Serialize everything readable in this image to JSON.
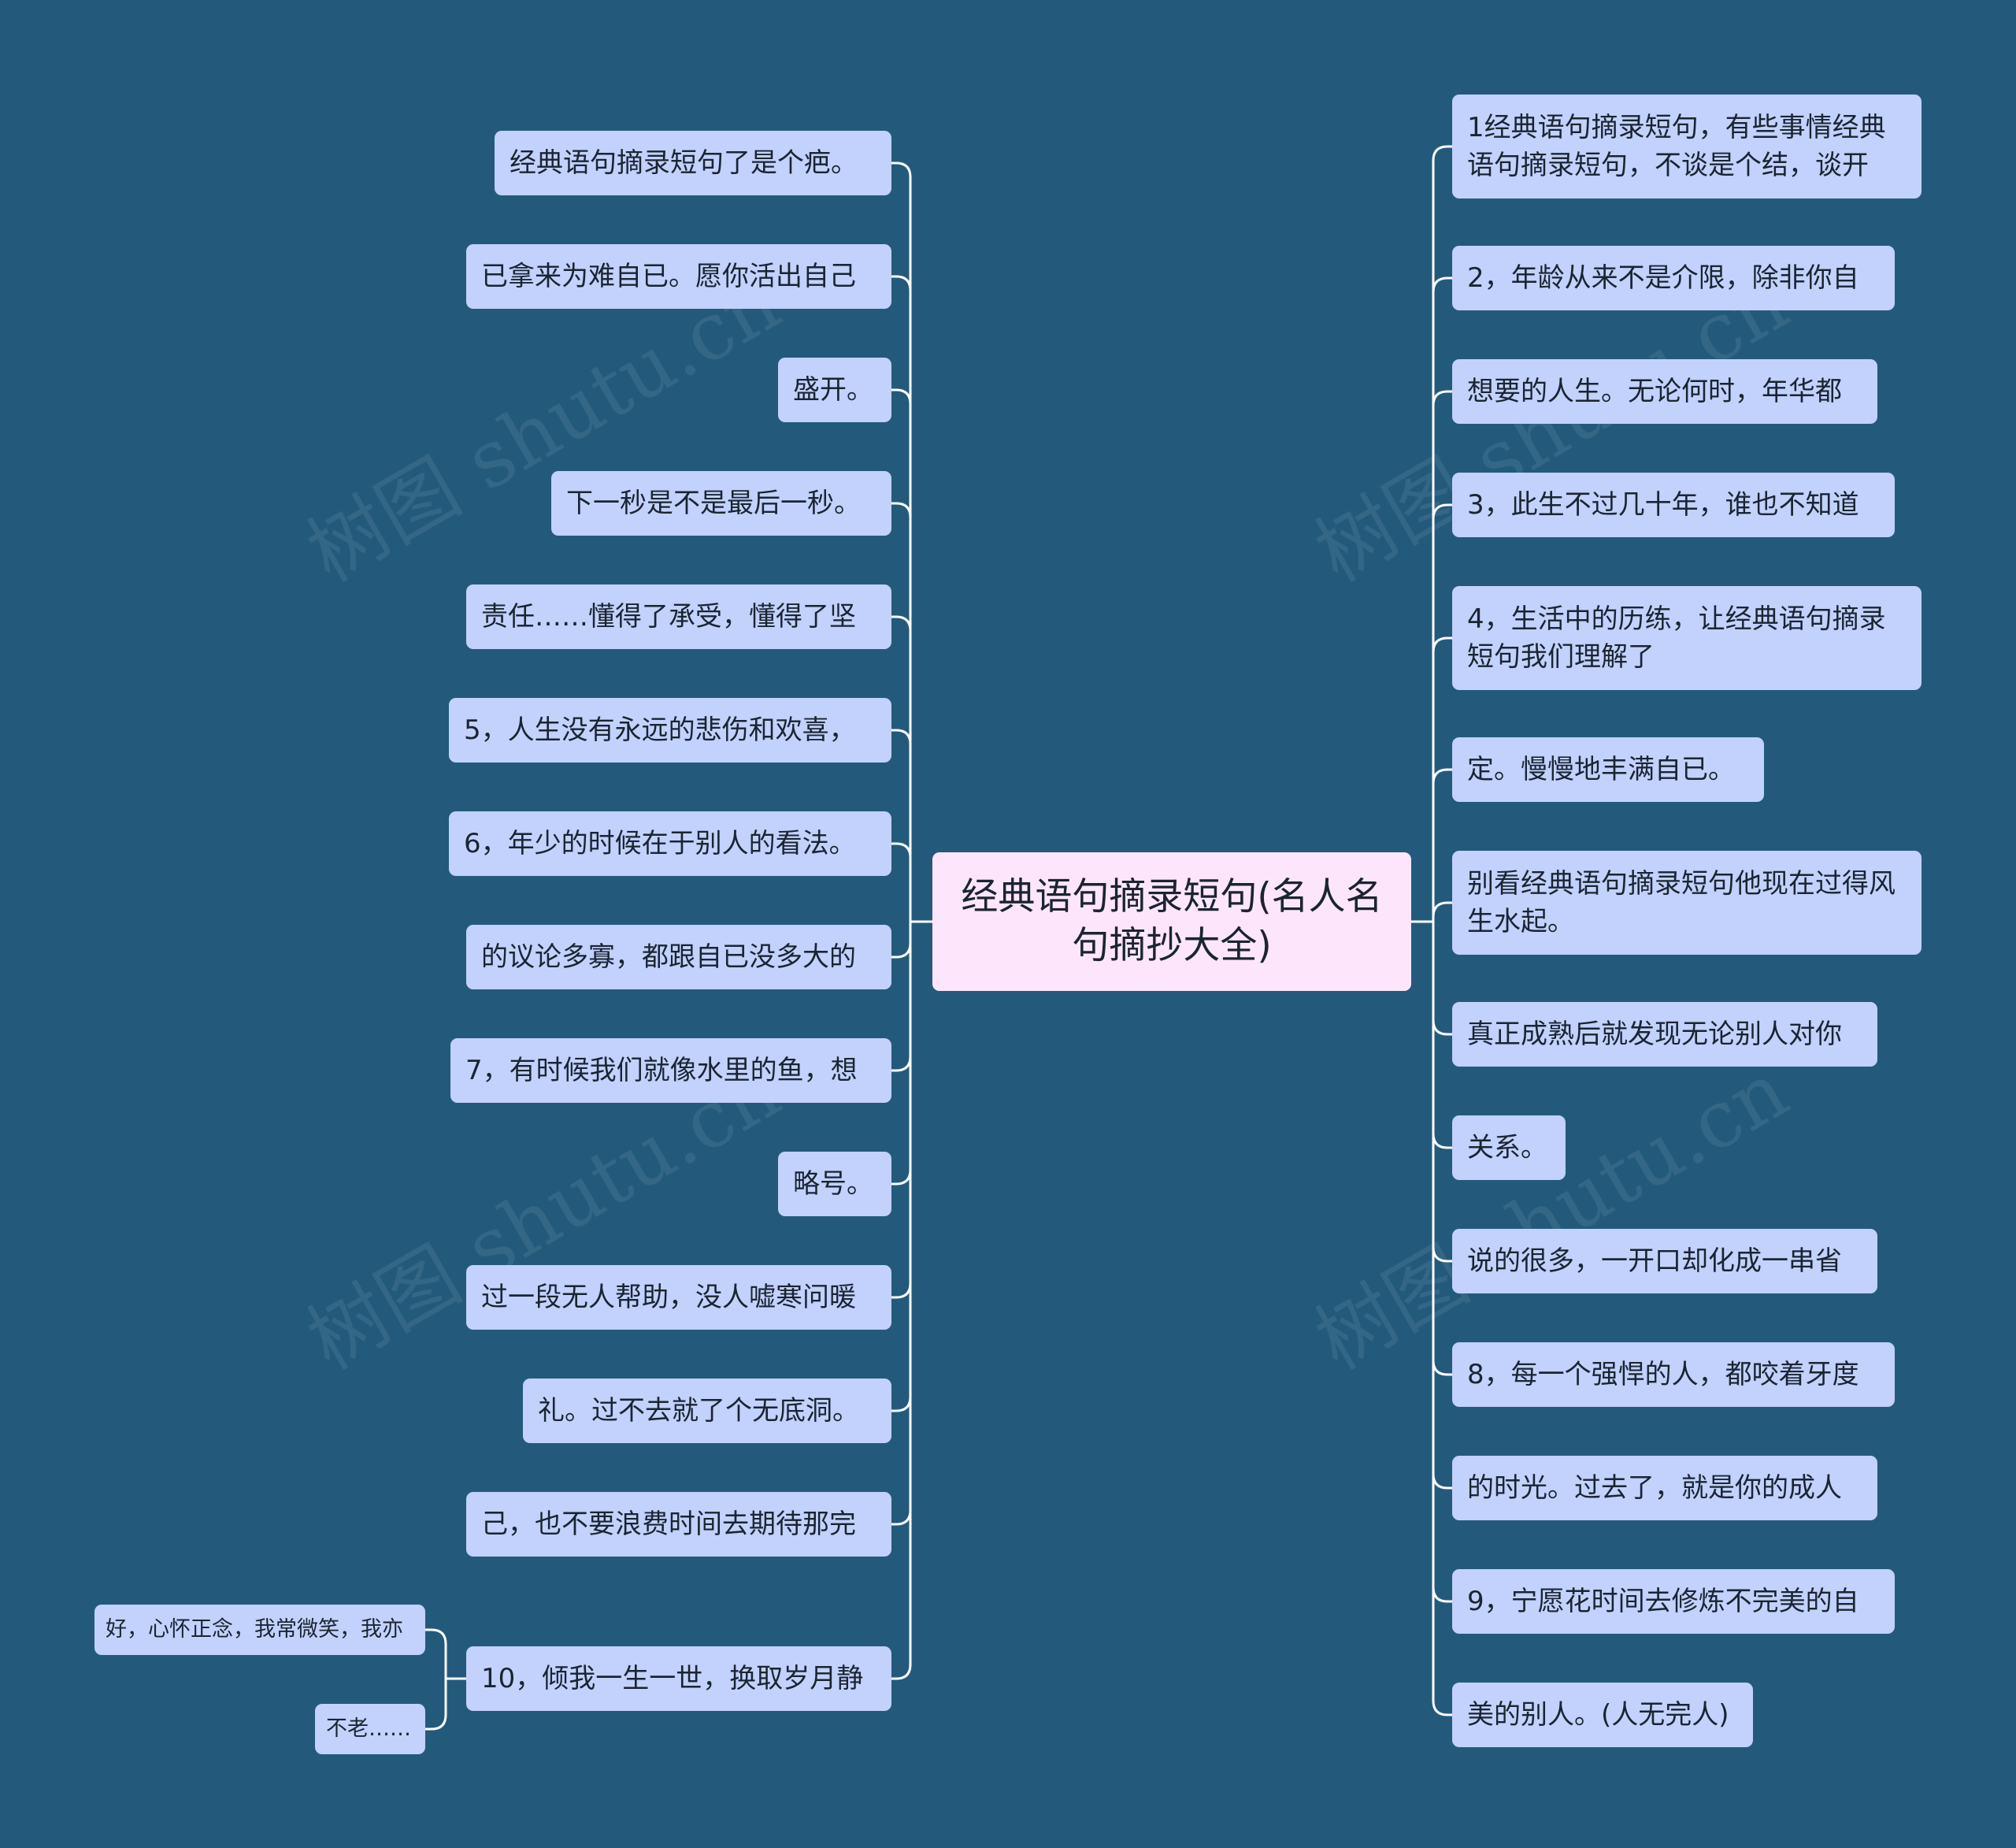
{
  "colors": {
    "background": "#235a7c",
    "node_fill": "#c2d2fc",
    "root_fill": "#fde6fb",
    "connector": "#ffffff"
  },
  "watermark": "树图 shutu.cn",
  "root": {
    "text": "经典语句摘录短句(名人名句摘抄大全)"
  },
  "left_nodes": [
    {
      "text": "经典语句摘录短句了是个疤。"
    },
    {
      "text": "已拿来为难自已。愿你活出自己"
    },
    {
      "text": "盛开。"
    },
    {
      "text": "下一秒是不是最后一秒。"
    },
    {
      "text": "责任……懂得了承受，懂得了坚"
    },
    {
      "text": "5，人生没有永远的悲伤和欢喜，"
    },
    {
      "text": "6，年少的时候在于别人的看法。"
    },
    {
      "text": "的议论多寡，都跟自已没多大的"
    },
    {
      "text": "7，有时候我们就像水里的鱼，想"
    },
    {
      "text": "略号。"
    },
    {
      "text": "过一段无人帮助，没人嘘寒问暖"
    },
    {
      "text": "礼。过不去就了个无底洞。"
    },
    {
      "text": "己，也不要浪费时间去期待那完"
    },
    {
      "text": "10，倾我一生一世，换取岁月静"
    }
  ],
  "sub_nodes": [
    {
      "text": "好，心怀正念，我常微笑，我亦"
    },
    {
      "text": "不老……"
    }
  ],
  "right_nodes": [
    {
      "text": "1经典语句摘录短句，有些事情经典语句摘录短句，不谈是个结，谈开"
    },
    {
      "text": "2，年龄从来不是介限，除非你自"
    },
    {
      "text": "想要的人生。无论何时，年华都"
    },
    {
      "text": "3，此生不过几十年，谁也不知道"
    },
    {
      "text": "4，生活中的历练，让经典语句摘录短句我们理解了"
    },
    {
      "text": "定。慢慢地丰满自已。"
    },
    {
      "text": "别看经典语句摘录短句他现在过得风生水起。"
    },
    {
      "text": "真正成熟后就发现无论别人对你"
    },
    {
      "text": "关系。"
    },
    {
      "text": "说的很多，一开口却化成一串省"
    },
    {
      "text": "8，每一个强悍的人，都咬着牙度"
    },
    {
      "text": "的时光。过去了，就是你的成人"
    },
    {
      "text": "9，宁愿花时间去修炼不完美的自"
    },
    {
      "text": "美的别人。(人无完人)"
    }
  ]
}
